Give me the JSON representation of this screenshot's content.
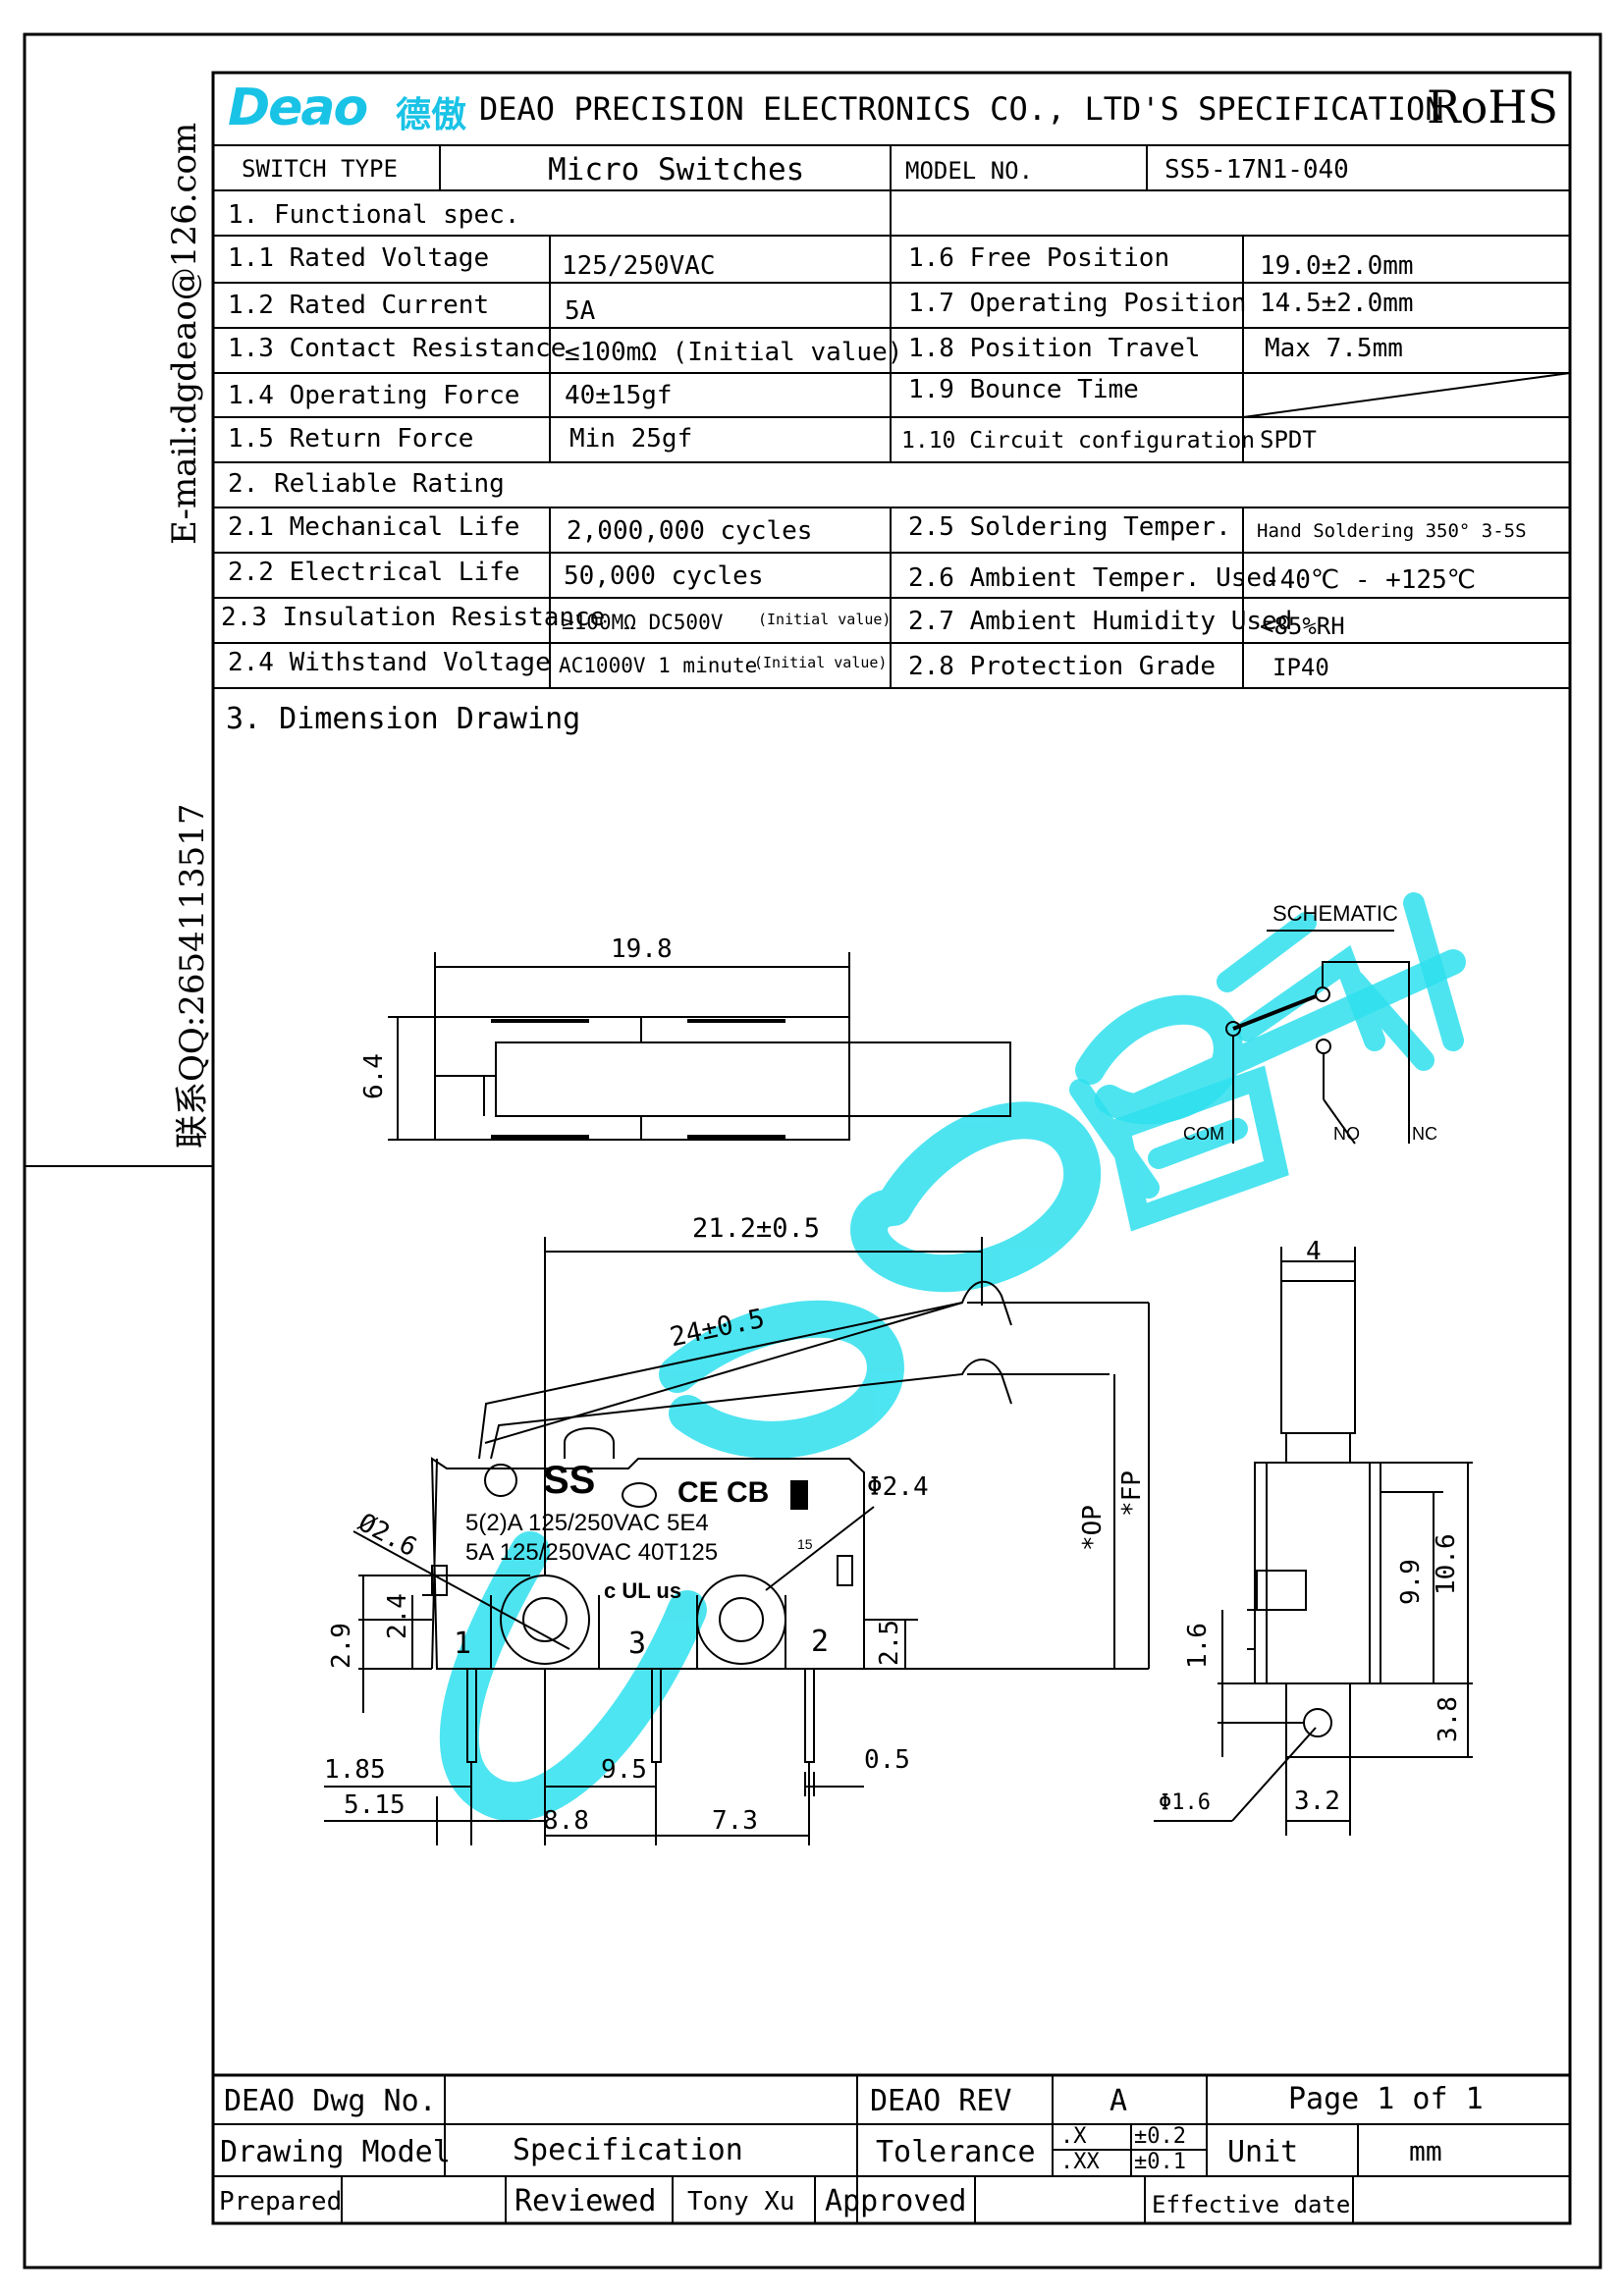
{
  "header": {
    "logo_text": "Deao",
    "logo_cn": "德傲",
    "company_title": "DEAO PRECISION ELECTRONICS CO., LTD'S SPECIFICATION",
    "rohs": "RoHS"
  },
  "side": {
    "email": "E-mail:dgdeao@126.com",
    "qq": "联系QQ:2654113517"
  },
  "info": {
    "switch_type_label": "SWITCH TYPE",
    "switch_type_value": "Micro Switches",
    "model_label": "MODEL NO.",
    "model_value": "SS5-17N1-040"
  },
  "functional": {
    "heading": "1. Functional spec.",
    "rows": [
      {
        "l1": "1.1 Rated Voltage",
        "v1": "125/250VAC",
        "l2": "1.6  Free Position",
        "v2": "19.0±2.0mm"
      },
      {
        "l1": "1.2 Rated Current",
        "v1": "5A",
        "l2": "1.7  Operating Position",
        "v2": "14.5±2.0mm"
      },
      {
        "l1": "1.3 Contact Resistance",
        "v1": "≤100mΩ (Initial value)",
        "l2": "1.8  Position Travel",
        "v2": "Max 7.5mm"
      },
      {
        "l1": "1.4 Operating Force",
        "v1": "40±15gf",
        "l2": "1.9  Bounce Time",
        "v2": ""
      },
      {
        "l1": "1.5 Return Force",
        "v1": "Min 25gf",
        "l2": "1.10 Circuit configuration",
        "v2": "SPDT"
      }
    ]
  },
  "reliable": {
    "heading": "2. Reliable Rating",
    "rows": [
      {
        "l1": "2.1 Mechanical Life",
        "v1": "2,000,000 cycles",
        "v1s": "",
        "l2": "2.5 Soldering Temper.",
        "v2": "Hand Soldering 350°  3-5S"
      },
      {
        "l1": "2.2 Electrical Life",
        "v1": "50,000 cycles",
        "v1s": "",
        "l2": "2.6 Ambient Temper. Used",
        "v2": "-40℃ - +125℃"
      },
      {
        "l1": "2.3 Insulation Resistance",
        "v1": "≥100MΩ DC500V",
        "v1s": "(Initial value)",
        "l2": "2.7 Ambient Humidity Used",
        "v2": "<85%RH"
      },
      {
        "l1": "2.4  Withstand Voltage",
        "v1": "AC1000V 1 minute",
        "v1s": "(Initial value)",
        "l2": "2.8 Protection Grade",
        "v2": "IP40"
      }
    ]
  },
  "drawing": {
    "heading": "3.  Dimension Drawing",
    "schematic": {
      "title": "SCHEMATIC",
      "com": "COM",
      "no": "NO",
      "nc": "NC"
    },
    "top_view": {
      "width": "19.8",
      "height": "6.4"
    },
    "front_view": {
      "d_212": "21.2±0.5",
      "d_24": "24±0.5",
      "d_phi24": "Φ2.4",
      "d_phi26": "Ø2.6",
      "d_29": "2.9",
      "d_24b": "2.4",
      "d_25": "2.5",
      "d_185": "1.85",
      "d_515": "5.15",
      "d_95": "9.5",
      "d_05": "0.5",
      "d_88": "8.8",
      "d_73": "7.3",
      "op": "*OP",
      "fp": "*FP",
      "pin1": "1",
      "pin2": "2",
      "pin3": "3",
      "mark_ss": "SS",
      "mark_ce": "CE",
      "mark_cb": "CB",
      "mark_line1": "5(2)A 125/250VAC 5E4",
      "mark_line2": "5A 125/250VAC 40T125",
      "mark_ul": "c UL us",
      "mark_15": "15"
    },
    "side_view": {
      "d_4": "4",
      "d_99": "9.9",
      "d_106": "10.6",
      "d_16": "1.6",
      "d_38": "3.8",
      "d_phi16": "Φ1.6",
      "d_32": "3.2"
    }
  },
  "footer": {
    "dwg_no_label": "DEAO Dwg No.",
    "dwg_no_value": "",
    "rev_label": "DEAO REV",
    "rev_value": "A",
    "page": "Page 1 of 1",
    "model_label": "Drawing Model",
    "model_value": "Specification",
    "tolerance_label": "Tolerance",
    "tol_x": ".X",
    "tol_x_val": "±0.2",
    "tol_xx": ".XX",
    "tol_xx_val": "±0.1",
    "unit_label": "Unit",
    "unit_value": "mm",
    "prepared_label": "Prepared",
    "reviewed_label": "Reviewed",
    "reviewed_value": "Tony Xu",
    "approved_label": "Approved",
    "effective_label": "Effective date"
  },
  "colors": {
    "watermark": "#2ee0ee",
    "logo": "#19c3e6"
  }
}
